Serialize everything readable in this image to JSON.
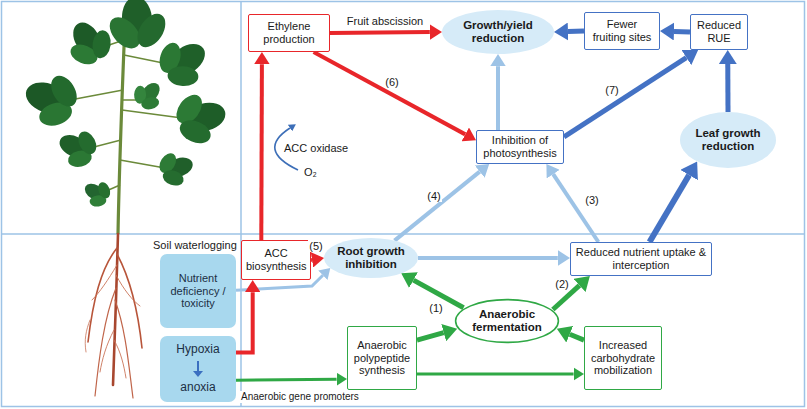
{
  "diagram": {
    "nodes": [
      {
        "text": [
          "Ethylene production"
        ]
      },
      {
        "text": [
          "Growth/yield reduction"
        ]
      },
      {
        "text": [
          "Fewer fruiting sites"
        ]
      },
      {
        "text": [
          "Reduced RUE"
        ]
      },
      {
        "text": [
          "Inhibition of photosynthesis"
        ]
      },
      {
        "text": [
          "Leaf growth reduction"
        ]
      },
      {
        "text": [
          "ACC biosynthesis"
        ]
      },
      {
        "text": [
          "Root growth inhibition"
        ]
      },
      {
        "text": [
          "Reduced nutrient uptake & interception"
        ]
      },
      {
        "text": [
          "Nutrient deficiency / toxicity"
        ]
      },
      {
        "text": [
          "Hypoxia",
          "anoxia"
        ]
      },
      {
        "text": [
          "Anaerobic fermentation"
        ]
      },
      {
        "text": [
          "Anaerobic polypeptide synthesis"
        ]
      },
      {
        "text": [
          "Increased carbohydrate mobilization"
        ]
      }
    ],
    "edges": [
      {
        "from": 0,
        "to": 1,
        "arrow": "to",
        "label": "Fruit abscission"
      },
      {
        "from": 0,
        "to": 4,
        "arrow": "to",
        "label": "(6)"
      },
      {
        "from": 2,
        "to": 1,
        "arrow": "to"
      },
      {
        "from": 3,
        "to": 2,
        "arrow": "to"
      },
      {
        "from": 5,
        "to": 3,
        "arrow": "to"
      },
      {
        "from": 4,
        "to": 1,
        "arrow": "to"
      },
      {
        "from": 4,
        "to": 3,
        "arrow": "to",
        "label": "(7)"
      },
      {
        "from": 8,
        "to": 4,
        "arrow": "to",
        "label": "(3)"
      },
      {
        "from": 8,
        "to": 5,
        "arrow": "to"
      },
      {
        "from": 7,
        "to": 4,
        "arrow": "to",
        "label": "(4)"
      },
      {
        "from": 7,
        "to": 8,
        "arrow": "to"
      },
      {
        "from": 6,
        "to": 0,
        "arrow": "to"
      },
      {
        "from": 6,
        "to": 7,
        "arrow": "to",
        "label": "(5)"
      },
      {
        "from": 9,
        "to": 7,
        "arrow": "to"
      },
      {
        "from": 10,
        "to": 6,
        "arrow": "to"
      },
      {
        "from": 10,
        "to": 12,
        "arrow": "to",
        "label": "Anaerobic gene promoters"
      },
      {
        "from": 11,
        "to": 7,
        "arrow": "to",
        "label": "(1)"
      },
      {
        "from": 11,
        "to": 8,
        "arrow": "to",
        "label": "(2)"
      },
      {
        "from": 12,
        "to": 11,
        "arrow": "to"
      },
      {
        "from": 13,
        "to": 11,
        "arrow": "to"
      },
      {
        "from": 12,
        "to": 13,
        "arrow": "to"
      }
    ],
    "labels": [
      "Soil waterlogging",
      "ACC oxidase",
      "O₂"
    ]
  }
}
